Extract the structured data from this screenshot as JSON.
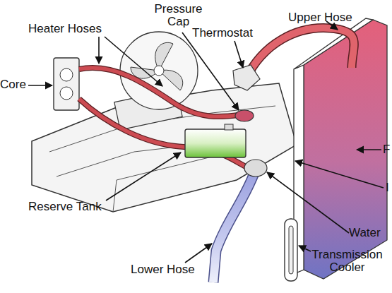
{
  "diagram": {
    "labels": [
      "Heater Hoses",
      "Pressure Cap",
      "Thermostat",
      "Upper Hose",
      "Core",
      "F",
      "I",
      "Reserve Tank",
      "Water",
      "Lower Hose",
      "Transmission Cooler"
    ]
  }
}
